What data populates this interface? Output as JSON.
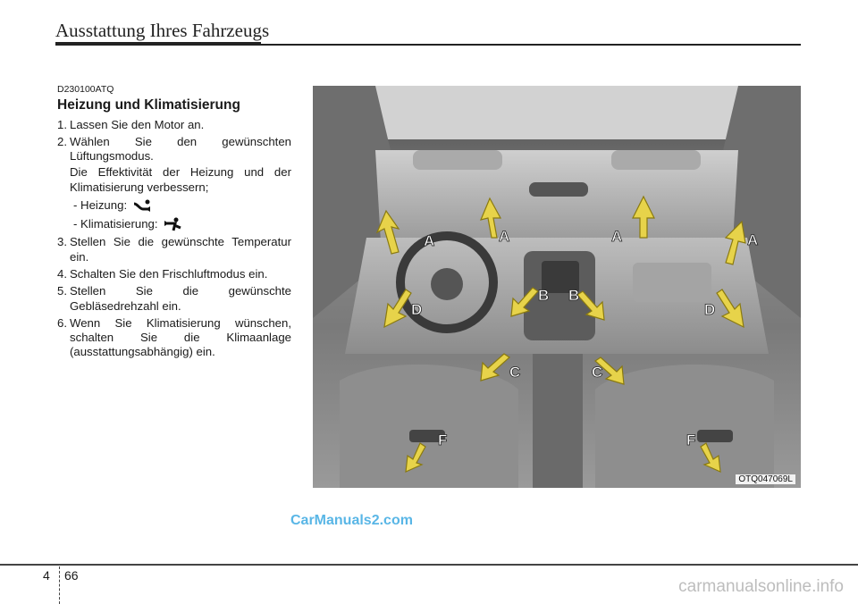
{
  "header": {
    "title": "Ausstattung Ihres Fahrzeugs"
  },
  "section": {
    "code": "D230100ATQ",
    "title": "Heizung und Klimatisierung",
    "steps": [
      {
        "num": "1.",
        "text": "Lassen Sie den Motor an."
      },
      {
        "num": "2.",
        "text": "Wählen Sie den gewünschten Lüftungsmodus.",
        "sub": "Die Effektivität der Heizung und der Klimatisierung verbessern;",
        "heating": "- Heizung:",
        "cooling": "- Klimatisierung:"
      },
      {
        "num": "3.",
        "text": "Stellen Sie die gewünschte Temperatur ein."
      },
      {
        "num": "4.",
        "text": "Schalten Sie den Frischluftmodus ein."
      },
      {
        "num": "5.",
        "text": "Stellen Sie die gewünschte Gebläsedrehzahl ein."
      },
      {
        "num": "6.",
        "text": "Wenn Sie Klimatisierung wünschen, schalten Sie die Klimaanlage (ausstattungsabhängig) ein."
      }
    ]
  },
  "figure": {
    "code": "OTQ047069L",
    "labels": {
      "a": "A",
      "b": "B",
      "c": "C",
      "d": "D",
      "f": "F"
    }
  },
  "watermark": "CarManuals2.com",
  "footer": {
    "chapter": "4",
    "page": "66",
    "site": "carmanualsonline.info"
  },
  "colors": {
    "arrow": "#e7d34a",
    "arrow_outline": "#8a7a10"
  }
}
